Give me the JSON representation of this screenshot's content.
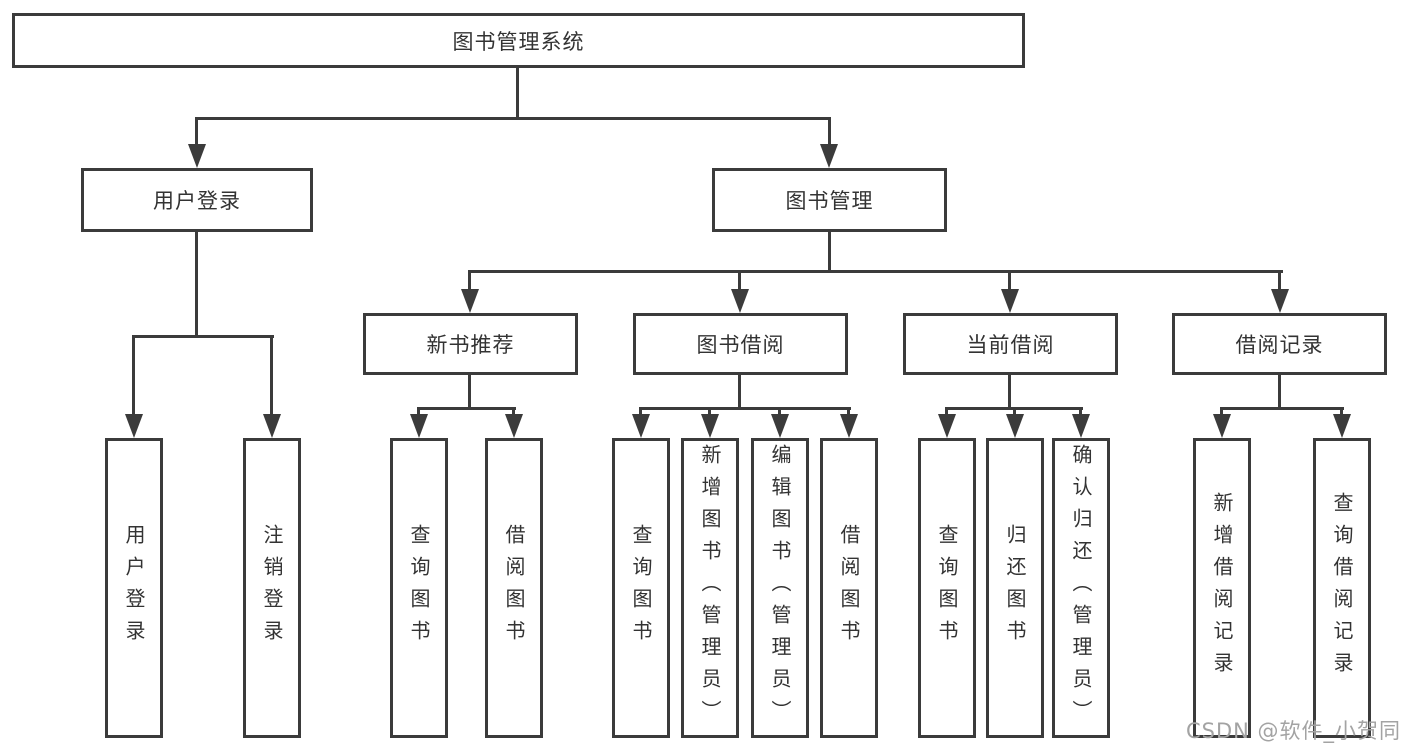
{
  "tree": {
    "root": "图书管理系统",
    "children": [
      {
        "label": "用户登录",
        "children": [
          {
            "label": "用户登录"
          },
          {
            "label": "注销登录"
          }
        ]
      },
      {
        "label": "图书管理",
        "children": [
          {
            "label": "新书推荐",
            "children": [
              {
                "label": "查询图书"
              },
              {
                "label": "借阅图书"
              }
            ]
          },
          {
            "label": "图书借阅",
            "children": [
              {
                "label": "查询图书"
              },
              {
                "label": "新增图书（管理员）"
              },
              {
                "label": "编辑图书（管理员）"
              },
              {
                "label": "借阅图书"
              }
            ]
          },
          {
            "label": "当前借阅",
            "children": [
              {
                "label": "查询图书"
              },
              {
                "label": "归还图书"
              },
              {
                "label": "确认归还（管理员）"
              }
            ]
          },
          {
            "label": "借阅记录",
            "children": [
              {
                "label": "新增借阅记录"
              },
              {
                "label": "查询借阅记录"
              }
            ]
          }
        ]
      }
    ]
  },
  "watermark": "CSDN @软件_小贺同学",
  "colors": {
    "line": "#3b3b3b",
    "text": "#333333",
    "watermark": "#a3a3a3",
    "background": "#ffffff"
  }
}
